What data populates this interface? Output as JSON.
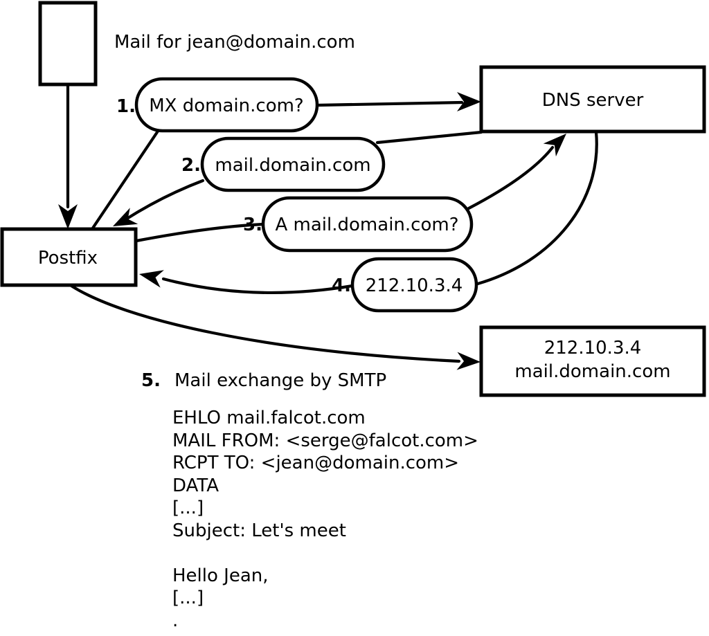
{
  "title": "Mail for jean@domain.com",
  "nodes": {
    "sender_message": {
      "description": "mail-message"
    },
    "postfix": {
      "label": "Postfix"
    },
    "dns": {
      "label": "DNS server"
    },
    "target": {
      "line1": "212.10.3.4",
      "line2": "mail.domain.com"
    }
  },
  "steps": [
    {
      "num": "1.",
      "label": "MX domain.com?"
    },
    {
      "num": "2.",
      "label": "mail.domain.com"
    },
    {
      "num": "3.",
      "label": "A mail.domain.com?"
    },
    {
      "num": "4.",
      "label": "212.10.3.4"
    },
    {
      "num": "5.",
      "label": "Mail exchange by SMTP"
    }
  ],
  "smtp_session": {
    "lines": [
      "EHLO mail.falcot.com",
      "MAIL FROM: <serge@falcot.com>",
      "RCPT TO: <jean@domain.com>",
      "DATA",
      "[...]",
      "Subject: Let's meet",
      "",
      "Hello Jean,",
      "[...]",
      "."
    ]
  },
  "colors": {
    "ink": "#000000",
    "background": "#ffffff"
  }
}
